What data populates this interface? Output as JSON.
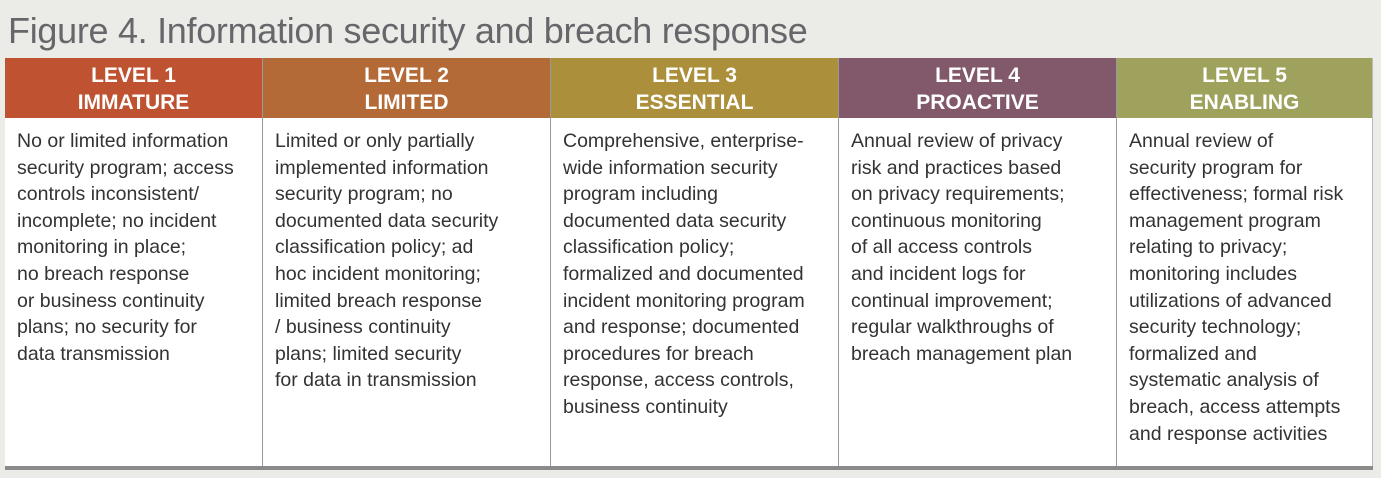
{
  "title": "Figure 4. Information security and breach response",
  "levels": [
    {
      "level": "LEVEL 1",
      "name": "IMMATURE",
      "color": "#bf5230",
      "text": "No or limited information\nsecurity program; access\ncontrols inconsistent/\nincomplete; no incident\nmonitoring in place;\nno breach response\nor business continuity\nplans; no security for\ndata transmission"
    },
    {
      "level": "LEVEL 2",
      "name": "LIMITED",
      "color": "#b46a37",
      "text": "Limited or only partially\nimplemented information\nsecurity program; no\ndocumented data security\nclassification policy; ad\nhoc incident monitoring;\nlimited breach response\n/ business continuity\nplans; limited security\nfor data in transmission"
    },
    {
      "level": "LEVEL 3",
      "name": "ESSENTIAL",
      "color": "#ab8f3b",
      "text": "Comprehensive, enterprise-\nwide information security\nprogram including\ndocumented data security\nclassification policy;\nformalized and documented\nincident monitoring program\nand response; documented\nprocedures for breach\nresponse, access controls,\nbusiness continuity"
    },
    {
      "level": "LEVEL 4",
      "name": "PROACTIVE",
      "color": "#82596a",
      "text": "Annual review of privacy\nrisk and practices based\non privacy requirements;\ncontinuous monitoring\nof all access controls\nand incident logs for\ncontinual improvement;\nregular walkthroughs of\nbreach management plan"
    },
    {
      "level": "LEVEL 5",
      "name": "ENABLING",
      "color": "#9ea25d",
      "text": "Annual review of\nsecurity program for\neffectiveness; formal risk\nmanagement program\nrelating to privacy;\nmonitoring includes\nutilizations of advanced\nsecurity technology;\nformalized and\nsystematic analysis of\nbreach, access attempts\nand response activities"
    }
  ]
}
